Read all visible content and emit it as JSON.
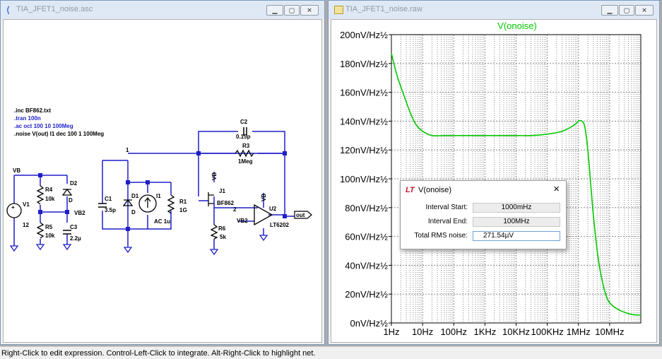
{
  "left_window": {
    "title": "TIA_JFET1_noise.asc",
    "directives": [
      {
        "text": ".inc BF862.txt",
        "color": "#000000"
      },
      {
        "text": ".tran 100n",
        "color": "#1f1fc8"
      },
      {
        "text": ".ac oct 100 10 100Meg",
        "color": "#1f1fc8"
      },
      {
        "text": ".noise V(out) I1 dec 100 1 100Meg",
        "color": "#000000"
      }
    ],
    "labels": {
      "vb1": "VB",
      "v1_name": "V1",
      "v1_val": "12",
      "r4": "R4",
      "r4_val": "10k",
      "r5": "R5",
      "r5_val": "10k",
      "d2": "D2",
      "d2_val": "D",
      "vb2": "VB2",
      "c3": "C3",
      "c3_val": "2.2µ",
      "c1": "C1",
      "c1_val": "3.5p",
      "d1": "D1",
      "d1_val": "D",
      "i1": "I1",
      "i1_val": "AC 1u",
      "r1": "R1",
      "r1_val": "1G",
      "node1": "1",
      "c2": "C2",
      "c2_val": "0.15p",
      "r3": "R3",
      "r3_val": "1Meg",
      "vb3": "VB",
      "j1": "J1",
      "j1_val": "BF862",
      "r6": "R6",
      "r6_val": "5k",
      "vb4": "VB",
      "u2": "U2",
      "u2_val": "LT6202",
      "vb2b": "VB2",
      "pin2": "2",
      "out": "out"
    }
  },
  "right_window": {
    "title": "TIA_JFET1_noise.raw",
    "trace_label": "V(onoise)",
    "trace_color": "#00c800"
  },
  "chart_data": {
    "type": "line",
    "title": "V(onoise)",
    "x_scale": "log",
    "xlim": [
      1,
      100000000
    ],
    "ylim": [
      0,
      200
    ],
    "y_unit": "nV/Hz½",
    "x_tick_values": [
      1,
      10,
      100,
      1000,
      10000,
      100000,
      1000000,
      10000000
    ],
    "x_tick_labels": [
      "1Hz",
      "10Hz",
      "100Hz",
      "1KHz",
      "10KHz",
      "100KHz",
      "1MHz",
      "10MHz"
    ],
    "y_tick_values": [
      0,
      20,
      40,
      60,
      80,
      100,
      120,
      140,
      160,
      180,
      200
    ],
    "y_tick_labels": [
      "0nV/Hz½",
      "20nV/Hz½",
      "40nV/Hz½",
      "60nV/Hz½",
      "80nV/Hz½",
      "100nV/Hz½",
      "120nV/Hz½",
      "140nV/Hz½",
      "160nV/Hz½",
      "180nV/Hz½",
      "200nV/Hz½"
    ],
    "grid": true,
    "series": [
      {
        "name": "V(onoise)",
        "color": "#00c800",
        "x": [
          1,
          1.5,
          2.5,
          4,
          6,
          10,
          20,
          50,
          100,
          300,
          1000,
          3000,
          10000,
          30000,
          100000,
          300000,
          700000,
          1000000,
          1300000,
          1600000,
          2000000,
          2500000,
          3000000,
          4000000,
          5000000,
          7000000,
          10000000,
          20000000,
          50000000,
          100000000
        ],
        "y": [
          187,
          172,
          158,
          146,
          138,
          133,
          130,
          130,
          130,
          130,
          130,
          130,
          130,
          130,
          131,
          133,
          137,
          140,
          140,
          136,
          120,
          95,
          75,
          50,
          36,
          22,
          14,
          9,
          6,
          5.5
        ]
      }
    ]
  },
  "noise_dialog": {
    "title": "V(onoise)",
    "close": "×",
    "fields": [
      {
        "label": "Interval Start:",
        "value": "1000mHz"
      },
      {
        "label": "Interval End:",
        "value": "100MHz"
      },
      {
        "label": "Total RMS noise:",
        "value": "271.54µV"
      }
    ]
  },
  "status_bar": {
    "text": "Right-Click to edit expression. Control-Left-Click to integrate. Alt-Right-Click to highlight net."
  }
}
